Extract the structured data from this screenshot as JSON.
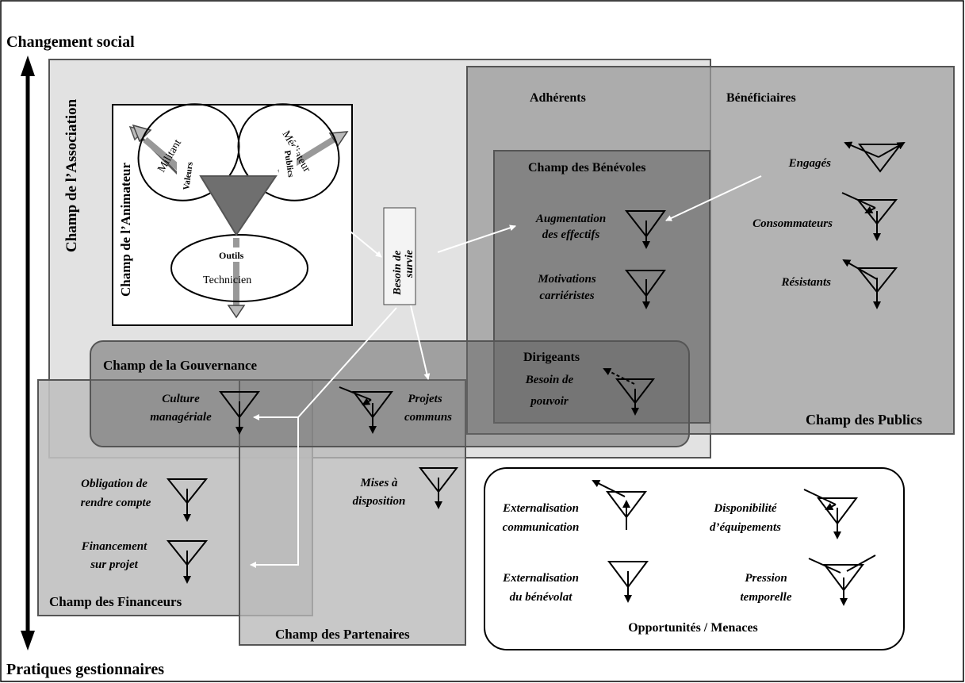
{
  "axis": {
    "top_label": "Changement  social",
    "bottom_label": "Pratiques gestionnaires"
  },
  "fields": {
    "association": "Champ de l’Association",
    "animateur": "Champ de l’Animateur",
    "publics": "Champ des Publics",
    "benevoles": "Champ des Bénévoles",
    "gouvernance": "Champ de la Gouvernance",
    "financeurs": "Champ des Financeurs",
    "partenaires": "Champ des Partenaires"
  },
  "animateur": {
    "militant": "Militant",
    "mediateur": "Médiateur",
    "technicien": "Technicien",
    "valeurs": "Valeurs",
    "publics": "Publics",
    "outils": "Outils"
  },
  "center": {
    "besoin_survie_1": "Besoin de",
    "besoin_survie_2": "survie"
  },
  "publics": {
    "adherents": "Adhérents",
    "beneficiaires": "Bénéficiaires",
    "engages": "Engagés",
    "consommateurs": "Consommateurs",
    "resistants": "Résistants"
  },
  "benevoles": {
    "augmentation_1": "Augmentation",
    "augmentation_2": "des effectifs",
    "motivations_1": "Motivations",
    "motivations_2": "carriéristes",
    "dirigeants": "Dirigeants",
    "pouvoir_1": "Besoin de",
    "pouvoir_2": "pouvoir"
  },
  "gouvernance": {
    "culture_1": "Culture",
    "culture_2": "managériale",
    "projets_1": "Projets",
    "projets_2": "communs"
  },
  "financeurs": {
    "obligation_1": "Obligation de",
    "obligation_2": "rendre compte",
    "financement_1": "Financement",
    "financement_2": "sur projet"
  },
  "partenaires": {
    "mises_1": "Mises à",
    "mises_2": "disposition"
  },
  "opportunites": {
    "title": "Opportunités / Menaces",
    "ext_comm_1": "Externalisation",
    "ext_comm_2": "communication",
    "dispo_1": "Disponibilité",
    "dispo_2": "d’équipements",
    "ext_benev_1": "Externalisation",
    "ext_benev_2": "du bénévolat",
    "pression_1": "Pression",
    "pression_2": "temporelle"
  }
}
